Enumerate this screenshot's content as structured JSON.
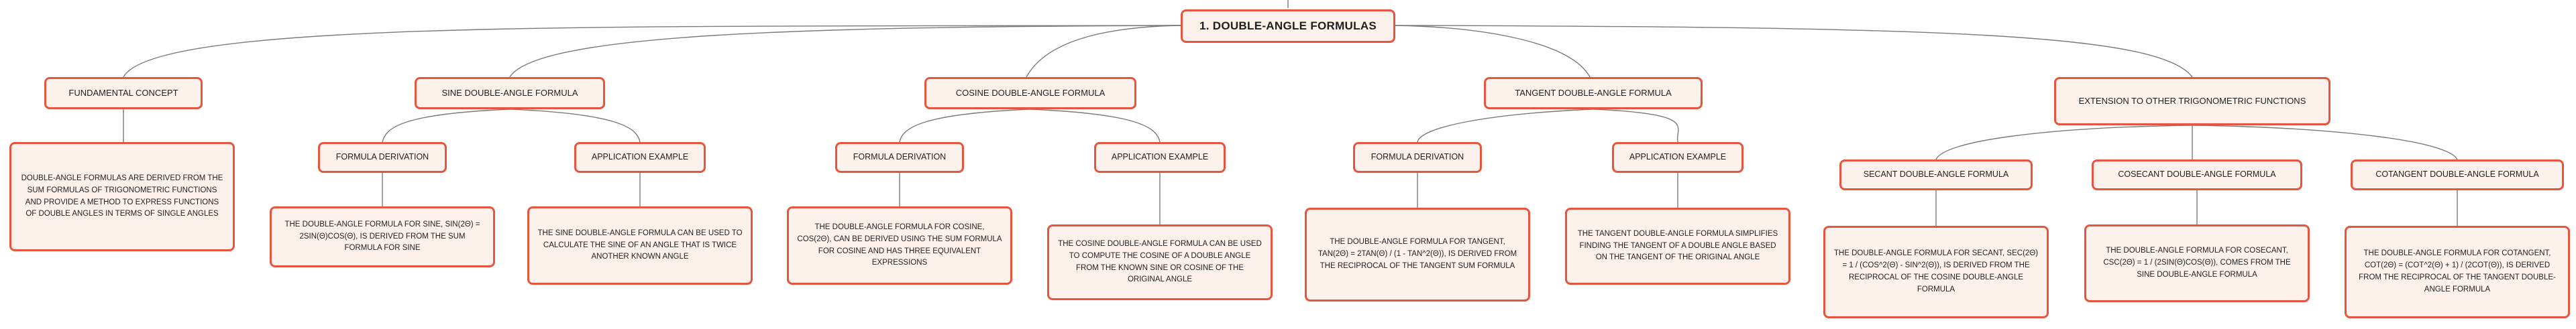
{
  "root": {
    "label": "1. DOUBLE-ANGLE FORMULAS"
  },
  "fundamental": {
    "label": "FUNDAMENTAL CONCEPT",
    "detail": "DOUBLE-ANGLE FORMULAS ARE DERIVED FROM THE SUM FORMULAS OF TRIGONOMETRIC FUNCTIONS AND PROVIDE A METHOD TO EXPRESS FUNCTIONS OF DOUBLE ANGLES IN TERMS OF SINGLE ANGLES"
  },
  "sine": {
    "label": "SINE DOUBLE-ANGLE FORMULA",
    "derivation": {
      "label": "FORMULA DERIVATION",
      "detail": "THE DOUBLE-ANGLE FORMULA FOR SINE, SIN(2θ) = 2SIN(θ)COS(θ), IS DERIVED FROM THE SUM FORMULA FOR SINE"
    },
    "application": {
      "label": "APPLICATION EXAMPLE",
      "detail": "THE SINE DOUBLE-ANGLE FORMULA CAN BE USED TO CALCULATE THE SINE OF AN ANGLE THAT IS TWICE ANOTHER KNOWN ANGLE"
    }
  },
  "cosine": {
    "label": "COSINE DOUBLE-ANGLE FORMULA",
    "derivation": {
      "label": "FORMULA DERIVATION",
      "detail": "THE DOUBLE-ANGLE FORMULA FOR COSINE, COS(2θ), CAN BE DERIVED USING THE SUM FORMULA FOR COSINE AND HAS THREE EQUIVALENT EXPRESSIONS"
    },
    "application": {
      "label": "APPLICATION EXAMPLE",
      "detail": "THE COSINE DOUBLE-ANGLE FORMULA CAN BE USED TO COMPUTE THE COSINE OF A DOUBLE ANGLE FROM THE KNOWN SINE OR COSINE OF THE ORIGINAL ANGLE"
    }
  },
  "tangent": {
    "label": "TANGENT DOUBLE-ANGLE FORMULA",
    "derivation": {
      "label": "FORMULA DERIVATION",
      "detail": "THE DOUBLE-ANGLE FORMULA FOR TANGENT, TAN(2θ) = 2TAN(θ) / (1 - TAN^2(θ)), IS DERIVED FROM THE RECIPROCAL OF THE TANGENT SUM FORMULA"
    },
    "application": {
      "label": "APPLICATION EXAMPLE",
      "detail": "THE TANGENT DOUBLE-ANGLE FORMULA SIMPLIFIES FINDING THE TANGENT OF A DOUBLE ANGLE BASED ON THE TANGENT OF THE ORIGINAL ANGLE"
    }
  },
  "extension": {
    "label": "EXTENSION TO OTHER TRIGONOMETRIC FUNCTIONS",
    "secant": {
      "label": "SECANT DOUBLE-ANGLE FORMULA",
      "detail": "THE DOUBLE-ANGLE FORMULA FOR SECANT, SEC(2θ) = 1 / (COS^2(θ) - SIN^2(θ)), IS DERIVED FROM THE RECIPROCAL OF THE COSINE DOUBLE-ANGLE FORMULA"
    },
    "cosecant": {
      "label": "COSECANT DOUBLE-ANGLE FORMULA",
      "detail": "THE DOUBLE-ANGLE FORMULA FOR COSECANT, CSC(2θ) = 1 / (2SIN(θ)COS(θ)), COMES FROM THE SINE DOUBLE-ANGLE FORMULA"
    },
    "cotangent": {
      "label": "COTANGENT DOUBLE-ANGLE FORMULA",
      "detail": "THE DOUBLE-ANGLE FORMULA FOR COTANGENT, COT(2θ) = (COT^2(θ) + 1) / (2COT(θ)), IS DERIVED FROM THE RECIPROCAL OF THE TANGENT DOUBLE-ANGLE FORMULA"
    }
  }
}
